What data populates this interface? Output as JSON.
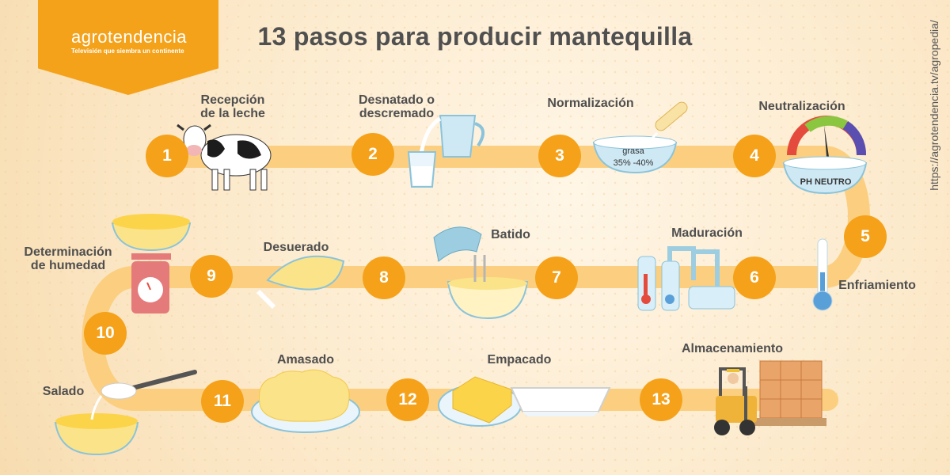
{
  "brand": {
    "logo_text": "agrotendencia",
    "tagline": "Televisión que siembra un continente",
    "url": "https://agrotendencia.tv/agropedia/"
  },
  "title": "13 pasos para producir mantequilla",
  "colors": {
    "accent": "#f5a21a",
    "path": "#fbcf7f",
    "background": "#fdf0d8"
  },
  "steps": [
    {
      "number": "1",
      "label": "Recepción\nde la leche",
      "icon": "cow-icon"
    },
    {
      "number": "2",
      "label": "Desnatado o\ndescremado",
      "icon": "milk-pitcher-icon"
    },
    {
      "number": "3",
      "label": "Normalización",
      "icon": "cream-bowl-icon"
    },
    {
      "number": "4",
      "label": "Neutralización",
      "icon": "ph-gauge-icon"
    },
    {
      "number": "5",
      "label": "Enfriamiento",
      "icon": "thermometer-icon"
    },
    {
      "number": "6",
      "label": "Maduración",
      "icon": "tanks-icon"
    },
    {
      "number": "7",
      "label": "Batido",
      "icon": "mixer-icon"
    },
    {
      "number": "8",
      "label": "Desuerado",
      "icon": "draining-bowl-icon"
    },
    {
      "number": "9",
      "label": "Determinación\nde humedad",
      "icon": "scale-icon"
    },
    {
      "number": "10",
      "label": "",
      "icon": ""
    },
    {
      "number": "11",
      "label": "Salado",
      "icon": "salt-spoon-icon"
    },
    {
      "number": "12",
      "label": "Amasado",
      "icon": "butter-plate-icon"
    },
    {
      "number": "13",
      "label": "Empacado",
      "icon": "butter-pack-icon"
    },
    {
      "number": "",
      "label": "Almacenamiento",
      "icon": "forklift-icon"
    }
  ],
  "annotations": {
    "normalization_line1": "grasa",
    "normalization_line2": "35% -40%",
    "neutralization_text": "PH NEUTRO"
  }
}
